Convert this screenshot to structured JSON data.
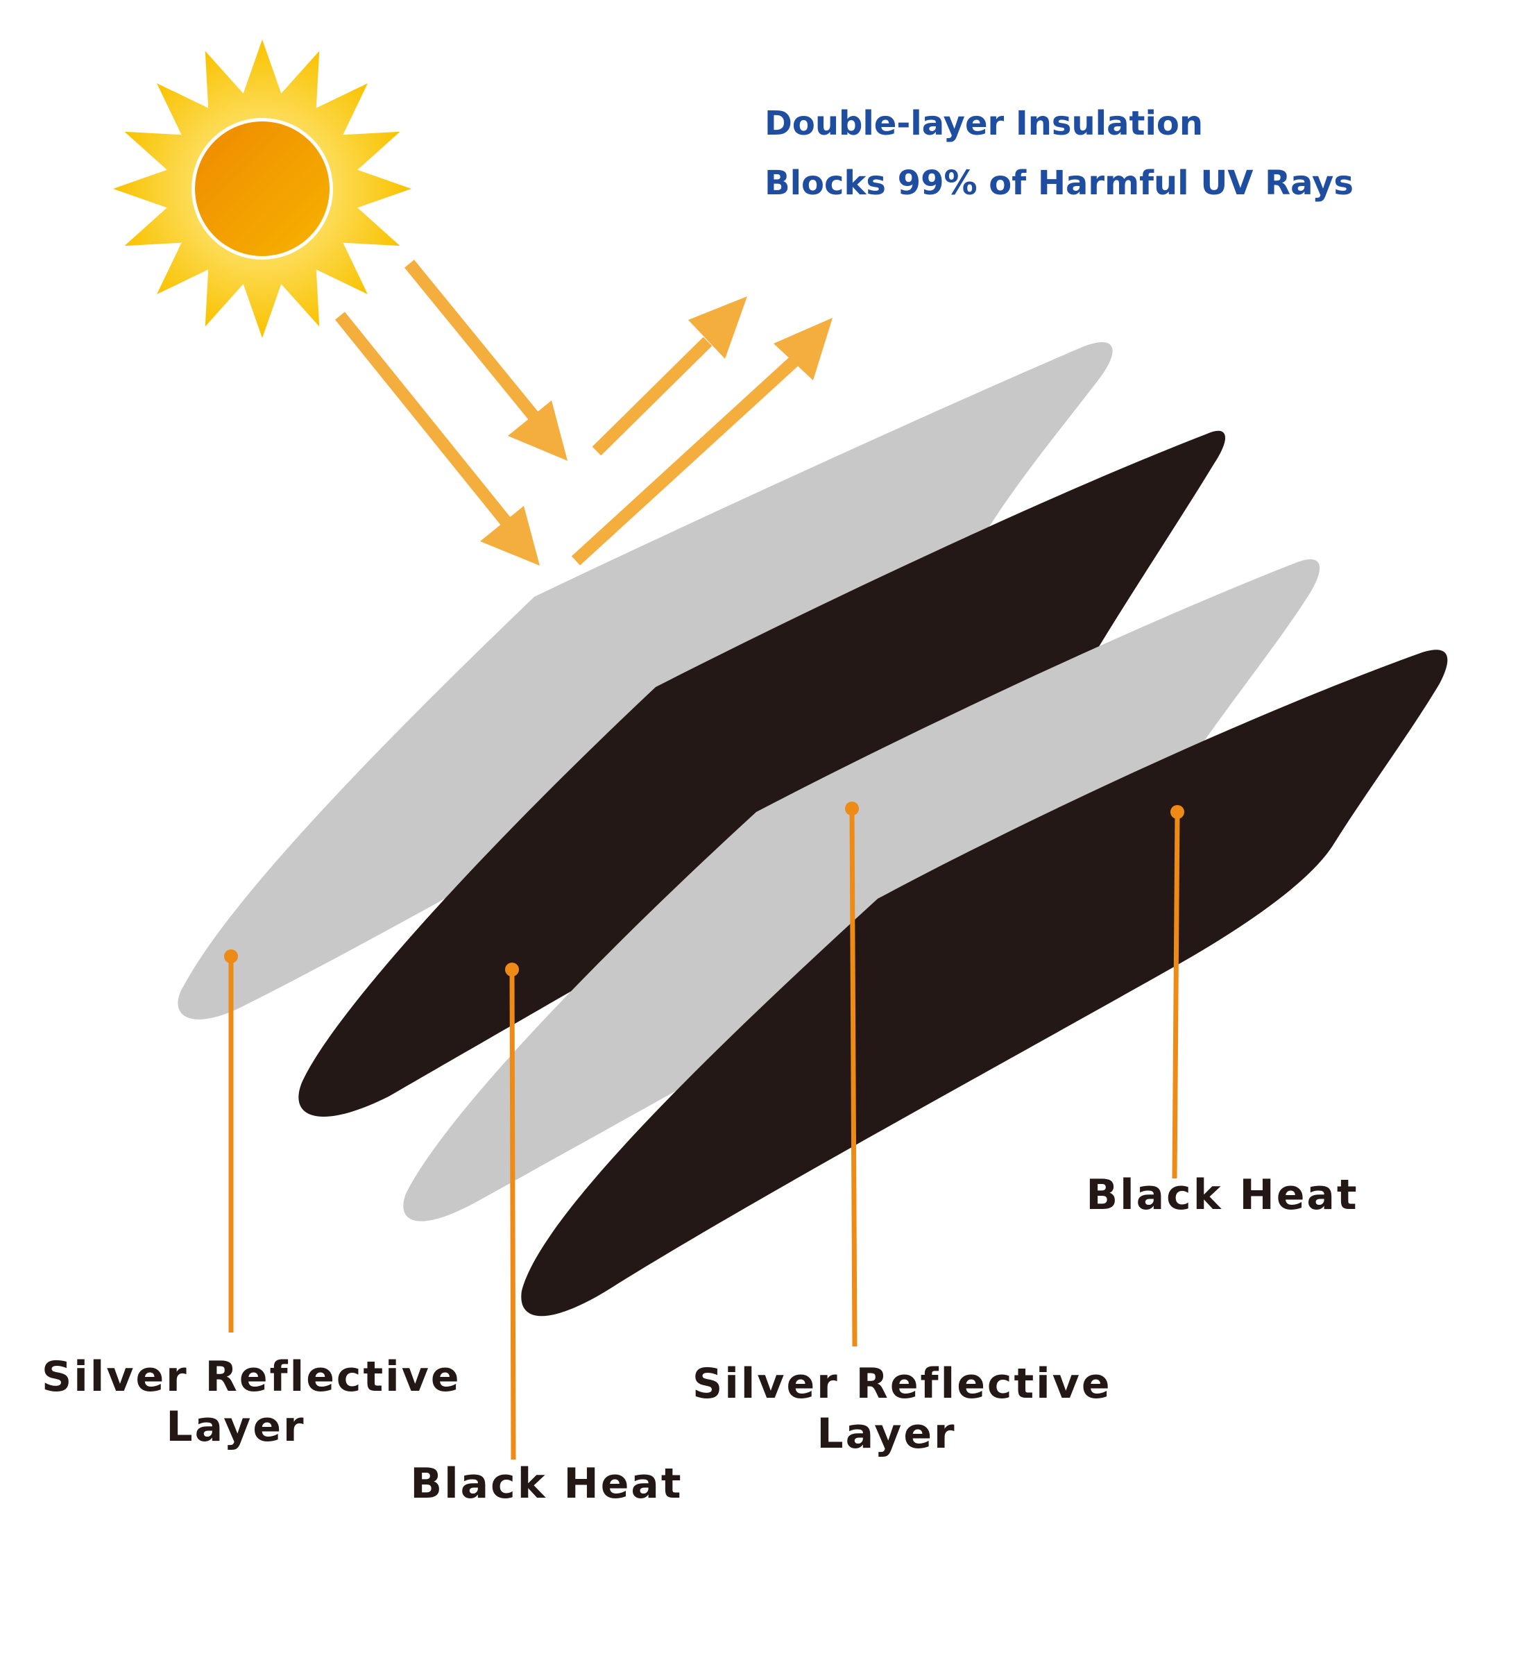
{
  "headlines": {
    "line1": "Double-layer Insulation",
    "line2": "Blocks 99% of Harmful UV Rays"
  },
  "labels": {
    "silver_1_line1": "Silver Reflective",
    "silver_1_line2": "Layer",
    "black_1": "Black Heat",
    "silver_2_line1": "Silver Reflective",
    "silver_2_line2": "Layer",
    "black_2": "Black Heat"
  },
  "colors": {
    "headline": "#1f4ea1",
    "label_text": "#231815",
    "silver_layer": "#c8c8c8",
    "black_layer": "#231815",
    "arrow": "#f4ae3d",
    "leader_line": "#ee8a16",
    "sun_rays": "#f9c200",
    "sun_core": "#f08f00"
  },
  "icons": {
    "sun": "sun-icon",
    "incoming_rays": "arrow-down-right-icon",
    "reflected_rays": "arrow-up-right-icon"
  }
}
